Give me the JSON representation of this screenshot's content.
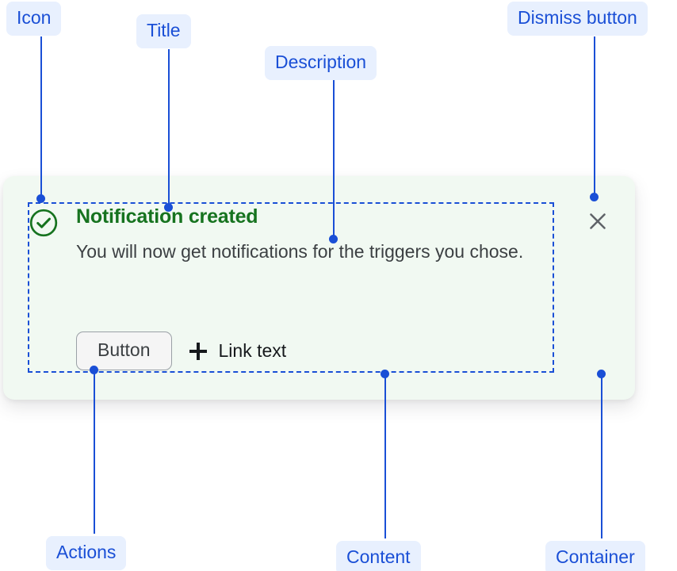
{
  "annotations": [
    {
      "label": "Icon",
      "name": "annotation-icon"
    },
    {
      "label": "Title",
      "name": "annotation-title"
    },
    {
      "label": "Description",
      "name": "annotation-description"
    },
    {
      "label": "Dismiss button",
      "name": "annotation-dismiss-button"
    },
    {
      "label": "Actions",
      "name": "annotation-actions"
    },
    {
      "label": "Content",
      "name": "annotation-content"
    },
    {
      "label": "Container",
      "name": "annotation-container"
    }
  ],
  "notification": {
    "status": "success",
    "icon": "check-circle-icon",
    "title": "Notification created",
    "description": "You will now get notifications for the triggers you chose.",
    "actions": {
      "button_label": "Button",
      "link_icon": "plus-icon",
      "link_label": "Link text"
    },
    "dismiss": {
      "icon": "close-icon",
      "aria_label": "Dismiss"
    }
  },
  "colors": {
    "annotation_pill_bg": "#e8f0fe",
    "annotation_text": "#1a4fd6",
    "leader_line": "#1a4fd6",
    "card_bg": "#f1f9f2",
    "title_green": "#16731f",
    "description_gray": "#3c4043",
    "button_border": "#9aa0a6",
    "dismiss_gray": "#5f6368",
    "link_text": "#16191c"
  }
}
